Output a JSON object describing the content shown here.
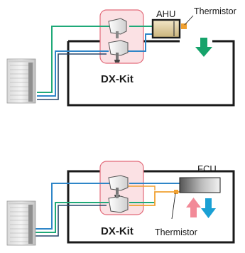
{
  "diagram_top": {
    "unit_label": "AHU",
    "sensor_label": "Thermistor",
    "kit_label": "DX-Kit"
  },
  "diagram_bottom": {
    "unit_label": "FCU",
    "sensor_label": "Thermistor",
    "kit_label": "DX-Kit"
  },
  "colors": {
    "pipe_green": "#1fa978",
    "pipe_blue": "#2f86c8",
    "sensor_orange": "#f0a030",
    "kit_fill": "#fbe1e4",
    "kit_border": "#e26a79",
    "arrow_green": "#16a36b",
    "arrow_pink": "#f28a98",
    "arrow_cyan": "#1aa0d4",
    "outline": "#1a1a1a"
  },
  "icons": [
    "outdoor-unit-icon",
    "valve-icon",
    "down-arrow-icon",
    "up-arrow-icon"
  ]
}
